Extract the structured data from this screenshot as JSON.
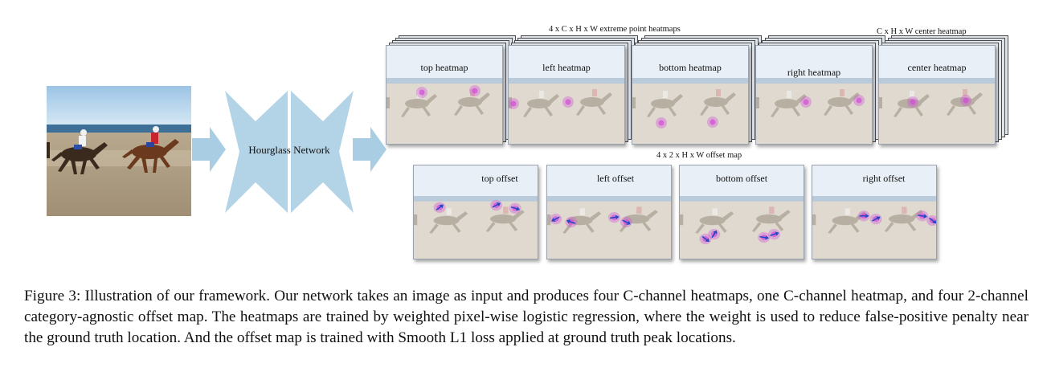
{
  "network_label": "Hourglass Network",
  "extreme_title": "4 x C x H x W extreme point heatmaps",
  "center_title": "C x H x W center heatmap",
  "offset_title": "4 x 2 x H x W offset map",
  "heatmaps": [
    {
      "label": "top heatmap"
    },
    {
      "label": "left heatmap"
    },
    {
      "label": "bottom heatmap"
    },
    {
      "label": "right heatmap"
    },
    {
      "label": "center  heatmap"
    }
  ],
  "offsets": [
    {
      "label": "top offset"
    },
    {
      "label": "left offset"
    },
    {
      "label": "bottom offset"
    },
    {
      "label": "right offset"
    }
  ],
  "caption": "Figure 3: Illustration of our framework. Our network takes an image as input and produces four C-channel heatmaps, one C-channel heatmap, and four 2-channel category-agnostic offset map. The heatmaps are trained by weighted pixel-wise logistic regression, where the weight is used to reduce false-positive penalty near the ground truth location.  And the offset map is trained with Smooth L1 loss applied at ground truth peak locations.",
  "colors": {
    "arrow": "#a9cde3",
    "hourglass": "#b3d3e6",
    "heat_spot": "#d24bd6",
    "offset_arrow": "#2448c8"
  }
}
